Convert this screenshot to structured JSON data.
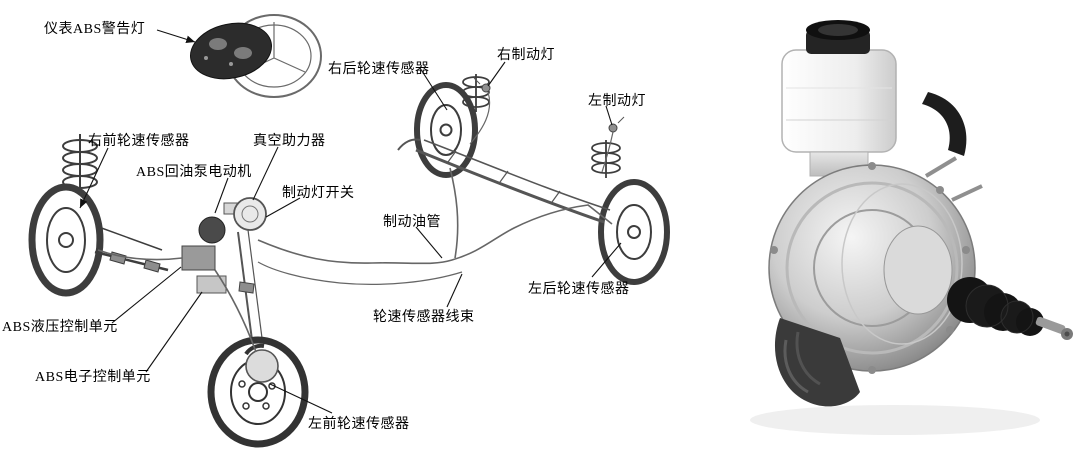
{
  "colors": {
    "line_art": "#4a4a4a",
    "label_text": "#000000",
    "leader_line": "#111111"
  },
  "diagram": {
    "labels": [
      {
        "id": "abs-warning-light",
        "text": "仪表ABS警告灯"
      },
      {
        "id": "right-rear-wheel-speed-sensor",
        "text": "右后轮速传感器"
      },
      {
        "id": "right-brake-light",
        "text": "右制动灯"
      },
      {
        "id": "left-brake-light",
        "text": "左制动灯"
      },
      {
        "id": "right-front-wheel-speed-sensor",
        "text": "右前轮速传感器"
      },
      {
        "id": "vacuum-booster",
        "text": "真空助力器"
      },
      {
        "id": "abs-return-pump-motor",
        "text": "ABS回油泵电动机"
      },
      {
        "id": "brake-light-switch",
        "text": "制动灯开关"
      },
      {
        "id": "brake-oil-pipe",
        "text": "制动油管"
      },
      {
        "id": "left-rear-wheel-speed-sensor",
        "text": "左后轮速传感器"
      },
      {
        "id": "abs-hydraulic-control-unit",
        "text": "ABS液压控制单元"
      },
      {
        "id": "wheel-speed-sensor-harness",
        "text": "轮速传感器线束"
      },
      {
        "id": "abs-electronic-control-unit",
        "text": "ABS电子控制单元"
      },
      {
        "id": "left-front-wheel-speed-sensor",
        "text": "左前轮速传感器"
      }
    ]
  }
}
